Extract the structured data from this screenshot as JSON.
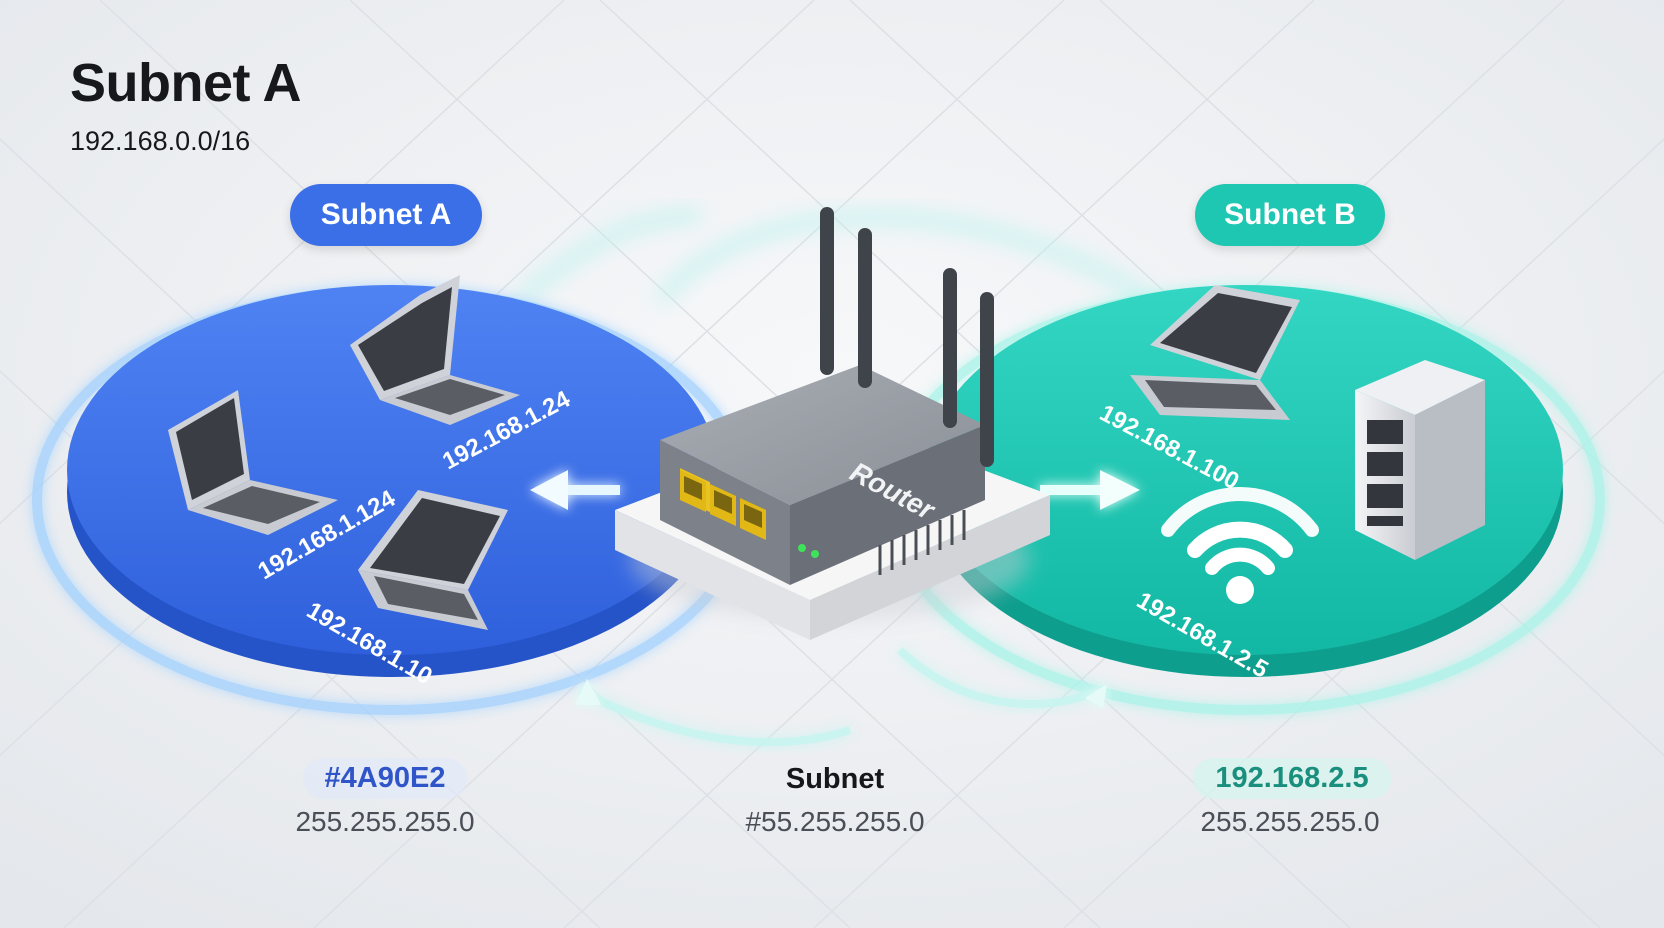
{
  "header": {
    "title": "Subnet A",
    "subtitle": "192.168.0.0/16"
  },
  "subnet_a": {
    "label": "Subnet A",
    "color": "#3a6fe8",
    "hosts": [
      "192.168.1.24",
      "192.168.1.124",
      "192.168.1.10"
    ],
    "caption_primary": "#4A90E2",
    "caption_secondary": "255.255.255.0"
  },
  "router": {
    "label": "Router"
  },
  "center_caption": {
    "primary": "Subnet",
    "secondary": "#55.255.255.0"
  },
  "subnet_b": {
    "label": "Subnet B",
    "color": "#1ec7b2",
    "hosts": [
      "192.168.1.100",
      "192.168.1.2.5"
    ],
    "caption_primary": "192.168.2.5",
    "caption_secondary": "255.255.255.0"
  },
  "icons": [
    "laptop-icon",
    "server-icon",
    "wifi-icon",
    "router-icon",
    "arrow-icon"
  ]
}
